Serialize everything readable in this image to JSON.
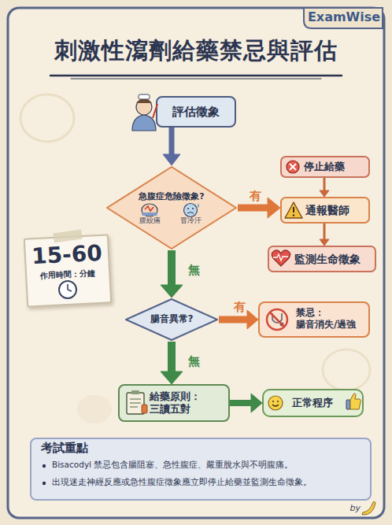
{
  "diagram": {
    "title": "刺激性瀉劑給藥禁忌與評估",
    "nodes": [
      {
        "text": [
          "評估徵象"
        ]
      },
      {
        "text": [
          "急腹症危險徵象?",
          "腹絞痛",
          "冒冷汗"
        ]
      },
      {
        "text": [
          "停止給藥"
        ]
      },
      {
        "text": [
          "通報醫師"
        ]
      },
      {
        "text": [
          "監測生命徵象"
        ]
      },
      {
        "text": [
          "15-60",
          "作用時間：分鐘"
        ]
      },
      {
        "text": [
          "腸音異常?"
        ]
      },
      {
        "text": [
          "禁忌： 腸音消失/過強"
        ]
      },
      {
        "text": [
          "給藥原則： 三讀五對"
        ]
      },
      {
        "text": [
          "正常程序"
        ]
      },
      {
        "text": [
          "考試重點",
          "Bisacodyl 禁忌包含腸阻塞、急性腹症、嚴重脫水與不明腹痛。",
          "出現迷走神經反應或急性腹症徵象應立即停止給藥並監測生命徵象。"
        ]
      }
    ],
    "edges": [
      {
        "from": 0,
        "to": 1,
        "arrow": "to"
      },
      {
        "from": 1,
        "to": 3,
        "label": "有",
        "arrow": "to"
      },
      {
        "from": 2,
        "to": 3,
        "arrow": "to"
      },
      {
        "from": 3,
        "to": 4,
        "arrow": "to"
      },
      {
        "from": 1,
        "to": 6,
        "label": "無",
        "arrow": "to"
      },
      {
        "from": 6,
        "to": 7,
        "label": "有",
        "arrow": "to"
      },
      {
        "from": 6,
        "to": 8,
        "label": "無",
        "arrow": "to"
      },
      {
        "from": 8,
        "to": 9,
        "arrow": "to"
      }
    ],
    "labels": [
      "ExamWise",
      "by"
    ]
  }
}
